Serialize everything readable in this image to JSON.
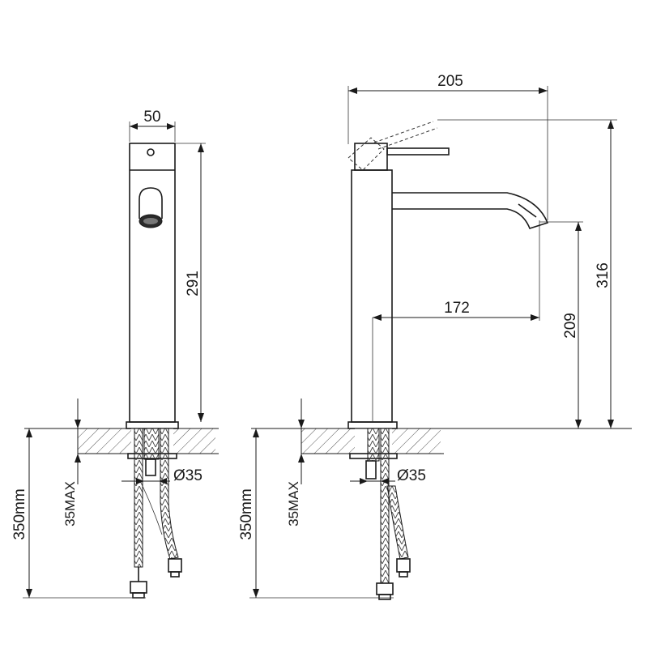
{
  "side_view": {
    "width_label": "50",
    "height_label": "291",
    "pipe_diameter_label": "Ø35",
    "deck_thickness_label": "35MAX",
    "hose_length_label": "350mm"
  },
  "front_view": {
    "overall_length_label": "205",
    "overall_height_label": "316",
    "spout_reach_label": "172",
    "spout_height_label": "209",
    "pipe_diameter_label": "Ø35",
    "deck_thickness_label": "35MAX",
    "hose_length_label": "350mm"
  },
  "colors": {
    "line": "#1a1a1a",
    "background": "#ffffff"
  }
}
